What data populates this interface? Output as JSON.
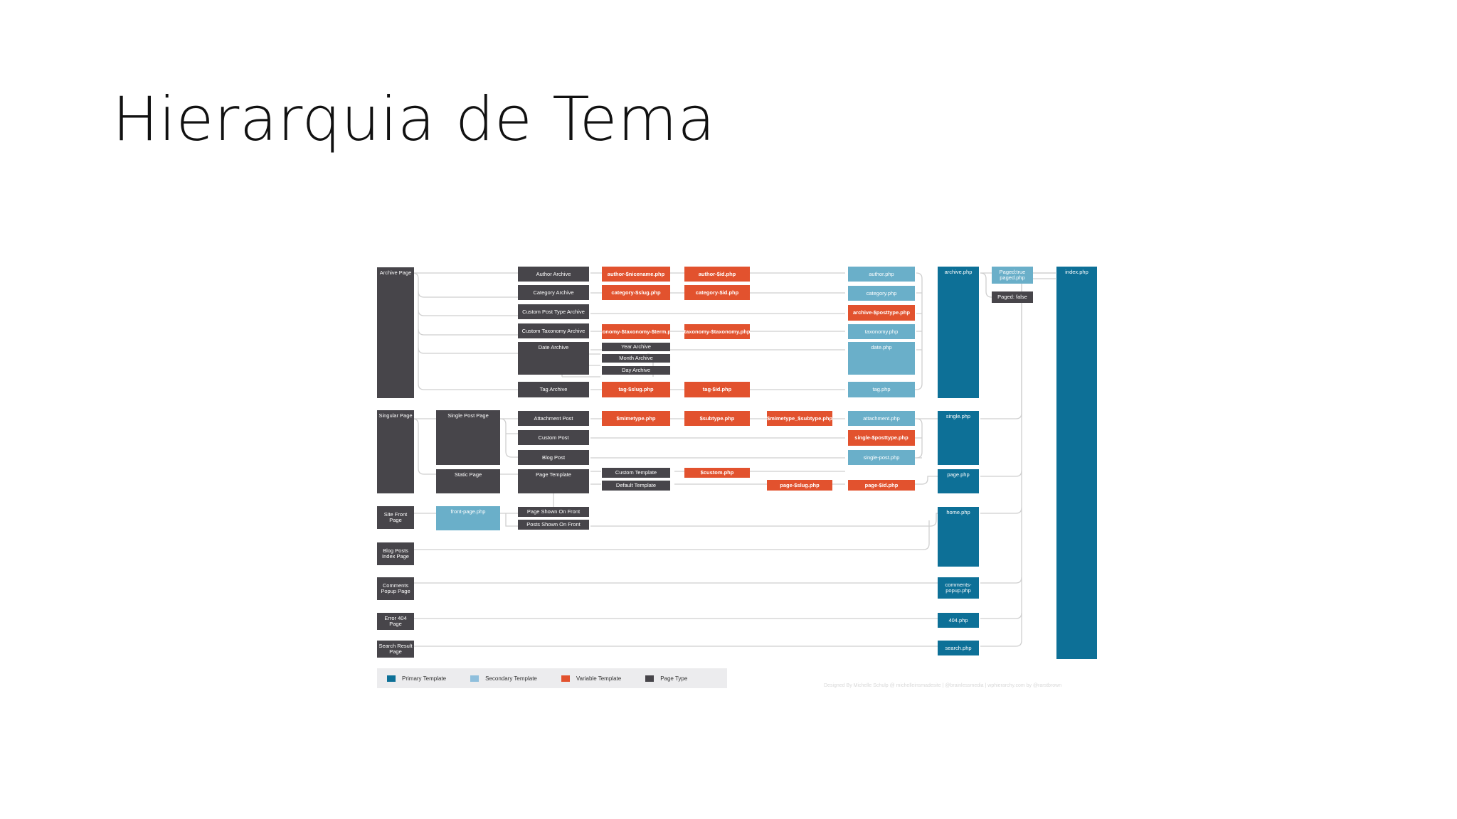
{
  "slide": {
    "title": "Hierarquia de Tema"
  },
  "colors": {
    "page_type": "#47454a",
    "primary_template": "#0d7097",
    "secondary_template": "#6aafc9",
    "variable_template": "#e2522e"
  },
  "boxes": {
    "archive_page": "Archive Page",
    "singular_page": "Singular Page",
    "site_front_page": "Site Front Page",
    "blog_posts_index_page": "Blog Posts Index Page",
    "comments_popup_page": "Comments Popup Page",
    "error_404_page": "Error 404 Page",
    "search_result_page": "Search Result Page",
    "single_post_page": "Single Post Page",
    "static_page": "Static Page",
    "front_page_php": "front-page.php",
    "author_archive": "Author Archive",
    "category_archive": "Category Archive",
    "custom_post_type_archive": "Custom Post Type Archive",
    "custom_taxonomy_archive": "Custom Taxonomy Archive",
    "date_archive": "Date Archive",
    "tag_archive": "Tag Archive",
    "attachment_post": "Attachment Post",
    "custom_post": "Custom Post",
    "blog_post": "Blog Post",
    "page_template": "Page Template",
    "page_shown_on_front": "Page Shown On Front",
    "posts_shown_on_front": "Posts Shown On Front",
    "year_archive": "Year Archive",
    "month_archive": "Month Archive",
    "day_archive": "Day Archive",
    "custom_template": "Custom Template",
    "default_template": "Default Template",
    "author_nicename": "author-$nicename.php",
    "category_slug": "category-$slug.php",
    "taxonomy_taxonomy_term": "taxonomy-$taxonomy-$term.php",
    "tag_slug": "tag-$slug.php",
    "mimetype": "$mimetype.php",
    "author_id": "author-$id.php",
    "category_id": "category-$id.php",
    "taxonomy_taxonomy": "taxonomy-$taxonomy.php",
    "tag_id": "tag-$id.php",
    "subtype": "$subtype.php",
    "custom_php": "$custom.php",
    "mimetype_subtype": "$mimetype_$subtype.php",
    "page_slug": "page-$slug.php",
    "author_php": "author.php",
    "category_php": "category.php",
    "archive_posttype": "archive-$posttype.php",
    "taxonomy_php": "taxonomy.php",
    "date_php": "date.php",
    "tag_php": "tag.php",
    "attachment_php": "attachment.php",
    "single_posttype": "single-$posttype.php",
    "single_post_php": "single-post.php",
    "page_id": "page-$id.php",
    "archive_php": "archive.php",
    "single_php": "single.php",
    "page_php": "page.php",
    "home_php": "home.php",
    "comments_popup_php": "comments-popup.php",
    "error_404_php": "404.php",
    "search_php": "search.php",
    "paged_true": "Paged:true paged.php",
    "paged_false": "Paged: false",
    "index_php": "index.php"
  },
  "legend": {
    "primary": "Primary Template",
    "secondary": "Secondary Template",
    "variable": "Variable Template",
    "page_type": "Page Type"
  },
  "credit": "Designed By Michelle Schulp @ michelleinsmadesite  |  @brainlessmedia  |  wphierarchy.com by @rarstbrown"
}
